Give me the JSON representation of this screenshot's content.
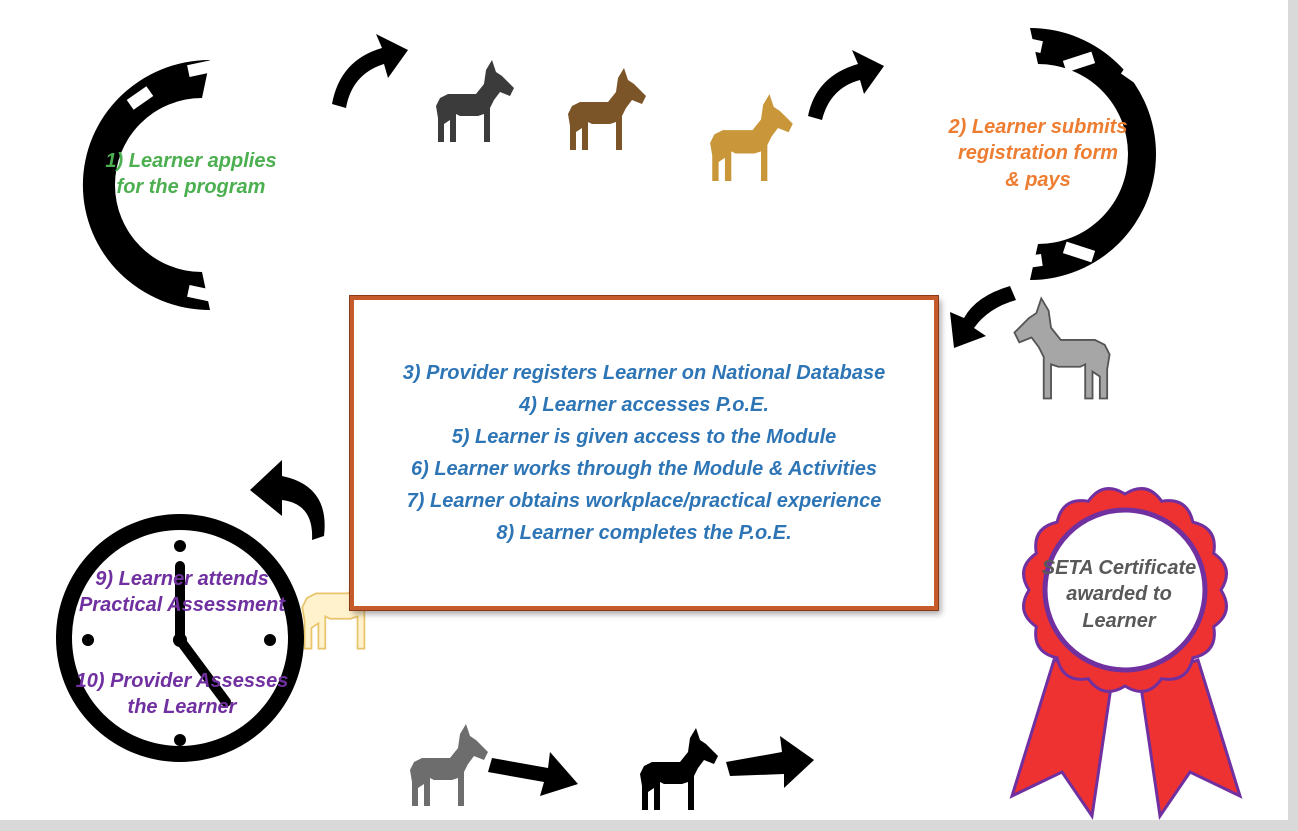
{
  "colors": {
    "step1": "#4caf50",
    "step2": "#ed7d31",
    "steps_box_text": "#2e75b6",
    "steps_box_border": "#c55a2a",
    "clock_steps": "#7030a0",
    "certificate_text": "#595959",
    "rosette": "#ee3131",
    "rosette_ring": "#7030a0"
  },
  "icons": [
    "horseshoe-icon",
    "horse-icon",
    "curved-arrow-icon",
    "straight-arrow-icon",
    "clock-icon",
    "teacher-icon",
    "award-rosette-icon"
  ],
  "steps": {
    "step1": "1) Learner applies\nfor the program",
    "step2": "2) Learner submits\nregistration form\n& pays",
    "box": [
      "3) Provider registers Learner on National Database",
      "4) Learner accesses P.o.E.",
      "5) Learner is given access to the Module",
      "6) Learner works through the Module & Activities",
      "7) Learner obtains workplace/practical experience",
      "8) Learner completes the P.o.E."
    ],
    "step9": "9) Learner attends\nPractical Assessment",
    "step10": "10) Provider Assesses\nthe Learner"
  },
  "certificate": {
    "text": "SETA Certificate\nawarded to\nLearner"
  }
}
